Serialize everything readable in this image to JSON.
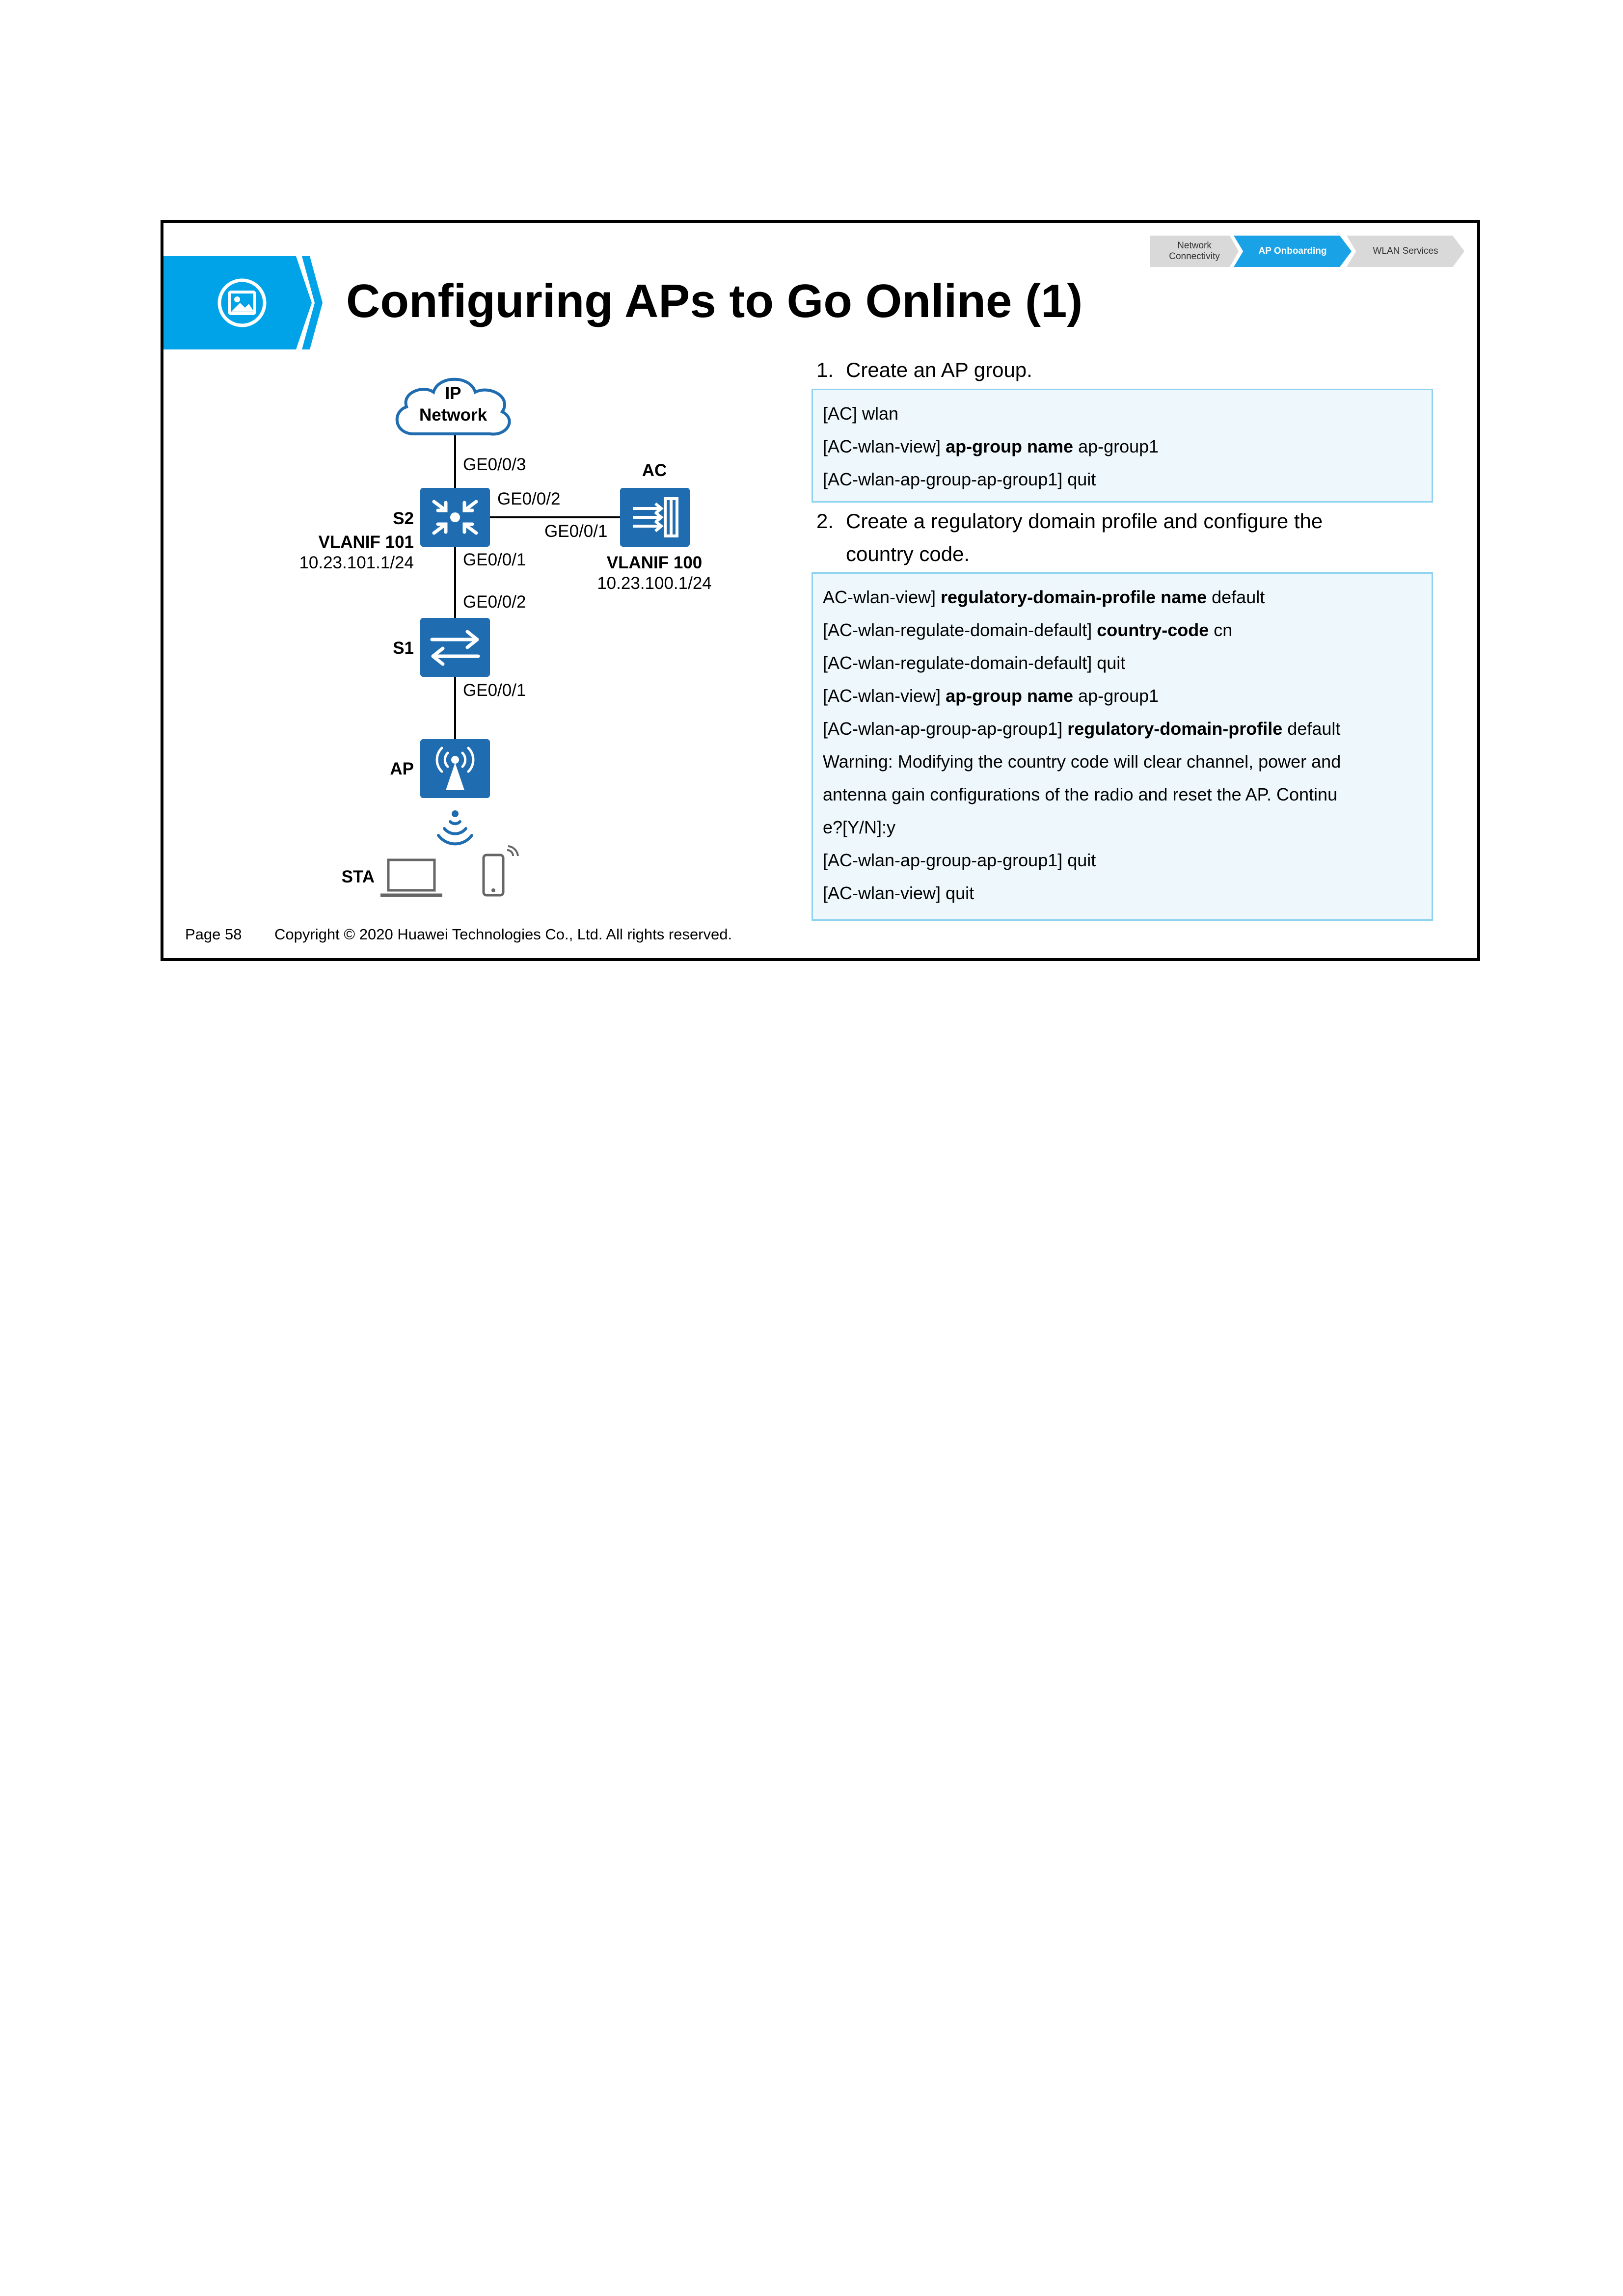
{
  "breadcrumb": {
    "step1": "Network\nConnectivity",
    "step2": "AP Onboarding",
    "step3": "WLAN Services"
  },
  "header": {
    "title": "Configuring APs to Go Online (1)",
    "icon": "image-icon",
    "accent_color": "#00a3e8"
  },
  "diagram": {
    "cloud_label": "IP\nNetwork",
    "s2": {
      "name": "S2",
      "vlanif": "VLANIF 101",
      "ip": "10.23.101.1/24"
    },
    "ac": {
      "name": "AC",
      "vlanif": "VLANIF 100",
      "ip": "10.23.100.1/24"
    },
    "s1": {
      "name": "S1"
    },
    "ap": {
      "name": "AP"
    },
    "sta": {
      "name": "STA"
    },
    "ports": {
      "s2_up": "GE0/0/3",
      "s2_right": "GE0/0/2",
      "ac_left": "GE0/0/1",
      "s2_down": "GE0/0/1",
      "s1_up": "GE0/0/2",
      "s1_down": "GE0/0/1"
    },
    "device_color": "#1f6db0"
  },
  "steps": [
    {
      "num": "1.",
      "text": "Create an AP group."
    },
    {
      "num": "2.",
      "text_line1": "Create a regulatory domain profile and configure the",
      "text_line2": "country code."
    }
  ],
  "code1": [
    {
      "pre": "[AC] wlan",
      "bold": "",
      "post": ""
    },
    {
      "pre": "[AC-wlan-view] ",
      "bold": "ap-group name",
      "post": " ap-group1"
    },
    {
      "pre": "[AC-wlan-ap-group-ap-group1] quit",
      "bold": "",
      "post": ""
    }
  ],
  "code2": [
    {
      "pre": "AC-wlan-view] ",
      "bold": "regulatory-domain-profile name",
      "post": " default"
    },
    {
      "pre": "[AC-wlan-regulate-domain-default] ",
      "bold": "country-code",
      "post": " cn"
    },
    {
      "pre": "[AC-wlan-regulate-domain-default] quit",
      "bold": "",
      "post": ""
    },
    {
      "pre": "[AC-wlan-view] ",
      "bold": "ap-group name",
      "post": " ap-group1"
    },
    {
      "pre": "[AC-wlan-ap-group-ap-group1] ",
      "bold": "regulatory-domain-profile",
      "post": " default"
    },
    {
      "pre": "Warning: Modifying the country code will clear channel, power and",
      "bold": "",
      "post": ""
    },
    {
      "pre": "antenna gain configurations of the radio and reset the AP. Continu",
      "bold": "",
      "post": ""
    },
    {
      "pre": "e?[Y/N]:y",
      "bold": "",
      "post": ""
    },
    {
      "pre": "[AC-wlan-ap-group-ap-group1] quit",
      "bold": "",
      "post": ""
    },
    {
      "pre": "[AC-wlan-view] quit",
      "bold": "",
      "post": ""
    }
  ],
  "footer": {
    "page": "Page 58",
    "copyright": "Copyright © 2020 Huawei Technologies Co., Ltd. All rights reserved."
  }
}
